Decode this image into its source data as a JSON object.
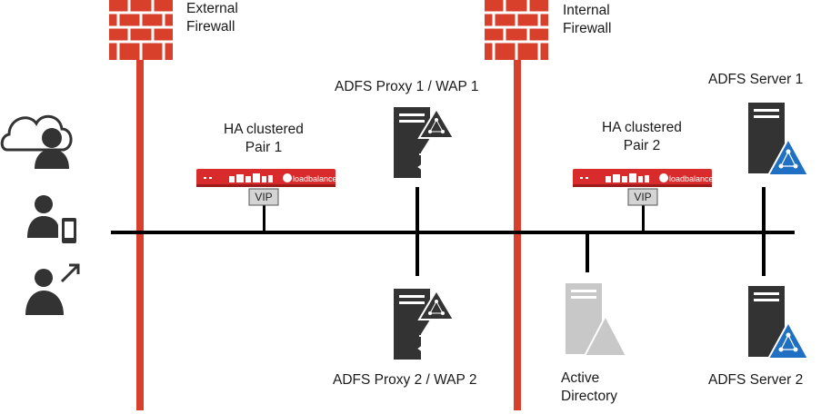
{
  "firewalls": {
    "external": {
      "line1": "External",
      "line2": "Firewall"
    },
    "internal": {
      "line1": "Internal",
      "line2": "Firewall"
    }
  },
  "load_balancers": {
    "pair1": {
      "line1": "HA clustered",
      "line2": "Pair 1",
      "vip": "VIP",
      "brand": "loadbalancer"
    },
    "pair2": {
      "line1": "HA clustered",
      "line2": "Pair 2",
      "vip": "VIP",
      "brand": "loadbalancer"
    }
  },
  "servers": {
    "proxy1": "ADFS Proxy 1 / WAP 1",
    "proxy2": "ADFS Proxy 2 / WAP 2",
    "adfs1": "ADFS Server 1",
    "adfs2": "ADFS Server 2",
    "ad": {
      "line1": "Active",
      "line2": "Directory"
    }
  },
  "clients": [
    "cloud-user-icon",
    "mobile-user-icon",
    "external-user-icon"
  ],
  "colors": {
    "firewall": "#d9402b",
    "appliance": "#d92b2b",
    "server": "#333333",
    "ad_server": "#c8c8c8",
    "adfs_badge": "#1f6fc2",
    "network": "#000000"
  }
}
